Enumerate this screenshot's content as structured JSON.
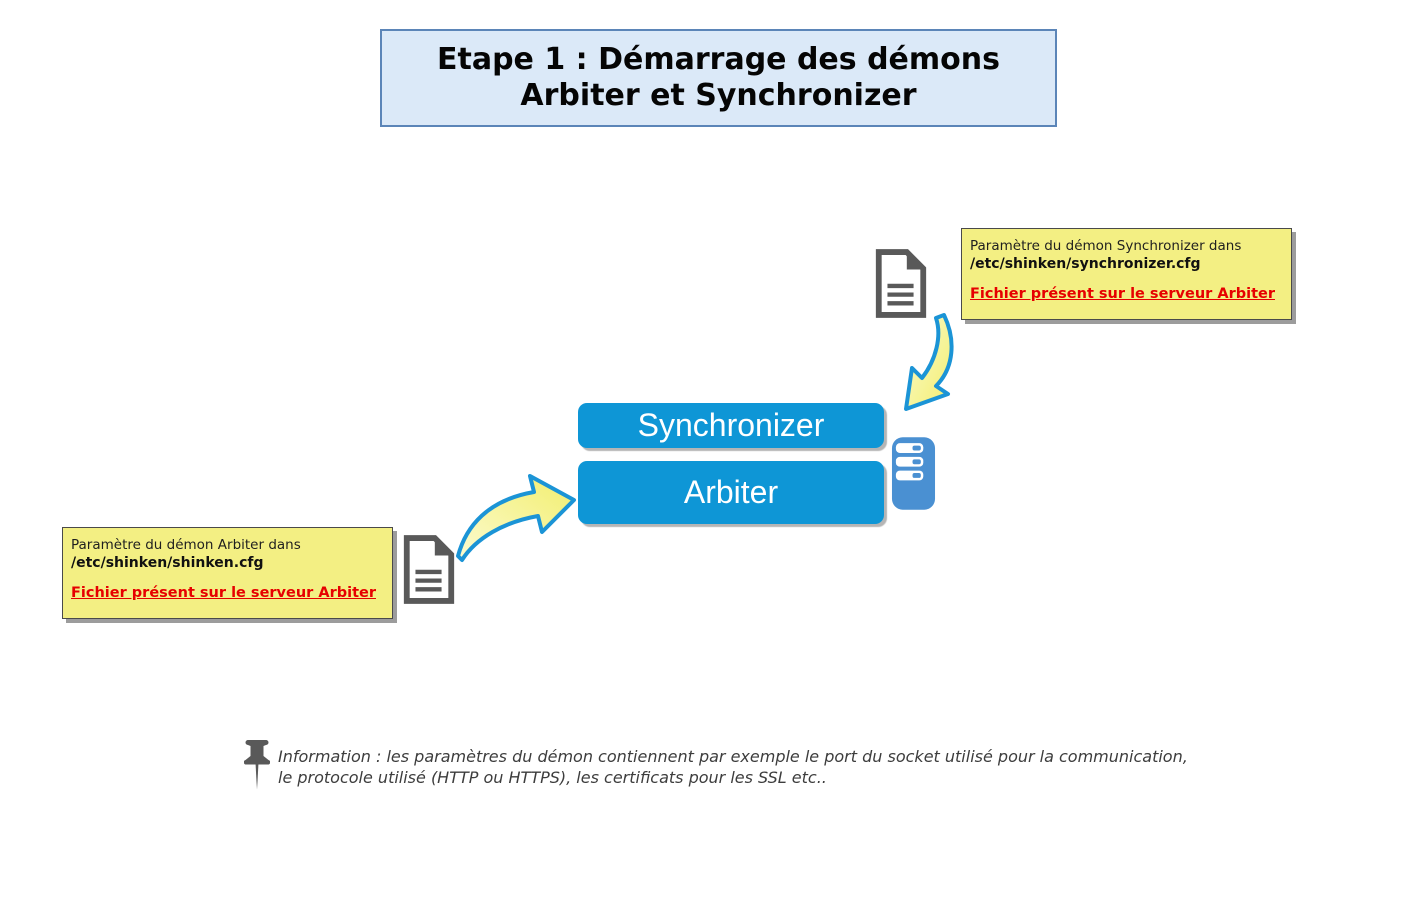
{
  "title": {
    "line1": "Etape 1 : Démarrage des démons",
    "line2": "Arbiter et Synchronizer"
  },
  "notes": {
    "synchronizer": {
      "desc": "Paramètre du démon Synchronizer dans",
      "path": "/etc/shinken/synchronizer.cfg",
      "link": "Fichier présent sur le serveur Arbiter"
    },
    "arbiter": {
      "desc": "Paramètre du démon Arbiter dans",
      "path": "/etc/shinken/shinken.cfg",
      "link": "Fichier présent sur le serveur Arbiter"
    }
  },
  "daemons": {
    "synchronizer": "Synchronizer",
    "arbiter": "Arbiter"
  },
  "info": {
    "line1": "Information : les paramètres du démon contiennent par exemple le port du socket utilisé pour la communication,",
    "line2": "le protocole utilisé (HTTP ou HTTPS), les certificats pour les SSL etc.."
  },
  "icons": {
    "document": "config-file-icon",
    "server": "server-icon",
    "pushpin": "pushpin-icon",
    "curved_arrow": "curved-arrow-icon"
  },
  "colors": {
    "title_bg": "#dbe9f8",
    "title_border": "#5b85b8",
    "daemon_blue": "#0e96d6",
    "note_yellow": "#f3ef83",
    "link_red": "#e60000",
    "arrow_fill_yellow": "#f5f285",
    "arrow_stroke_blue": "#1b94d6",
    "icon_gray": "#595959",
    "server_blue": "#4a90d2"
  }
}
